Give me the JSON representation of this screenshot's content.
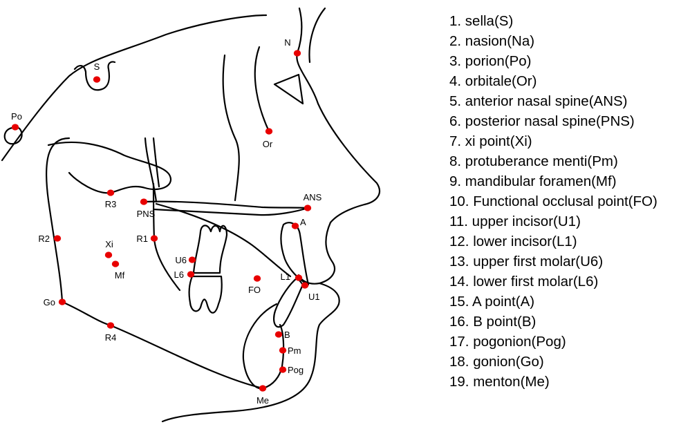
{
  "diagram": {
    "accent_color": "#e80000",
    "landmarks": [
      {
        "id": "s",
        "label": "S"
      },
      {
        "id": "n",
        "label": "N"
      },
      {
        "id": "po",
        "label": "Po"
      },
      {
        "id": "or",
        "label": "Or"
      },
      {
        "id": "ans",
        "label": "ANS"
      },
      {
        "id": "pns",
        "label": "PNS"
      },
      {
        "id": "a",
        "label": "A"
      },
      {
        "id": "r3",
        "label": "R3"
      },
      {
        "id": "r1",
        "label": "R1"
      },
      {
        "id": "r2",
        "label": "R2"
      },
      {
        "id": "xi",
        "label": "Xi"
      },
      {
        "id": "mf",
        "label": "Mf"
      },
      {
        "id": "u6",
        "label": "U6"
      },
      {
        "id": "l6",
        "label": "L6"
      },
      {
        "id": "fo",
        "label": "FO"
      },
      {
        "id": "l1",
        "label": "L1"
      },
      {
        "id": "u1",
        "label": "U1"
      },
      {
        "id": "go",
        "label": "Go"
      },
      {
        "id": "r4",
        "label": "R4"
      },
      {
        "id": "b",
        "label": "B"
      },
      {
        "id": "pm",
        "label": "Pm"
      },
      {
        "id": "pog",
        "label": "Pog"
      },
      {
        "id": "me",
        "label": "Me"
      }
    ]
  },
  "legend": [
    "1. sella(S)",
    "2. nasion(Na)",
    "3. porion(Po)",
    "4. orbitale(Or)",
    "5. anterior nasal spine(ANS)",
    "6. posterior nasal spine(PNS)",
    "7. xi point(Xi)",
    "8. protuberance menti(Pm)",
    "9. mandibular foramen(Mf)",
    "10. Functional occlusal point(FO)",
    "11. upper incisor(U1)",
    "12. lower incisor(L1)",
    "13. upper first molar(U6)",
    "14. lower first molar(L6)",
    "15. A point(A)",
    "16. B point(B)",
    "17. pogonion(Pog)",
    "18. gonion(Go)",
    "19. menton(Me)"
  ]
}
